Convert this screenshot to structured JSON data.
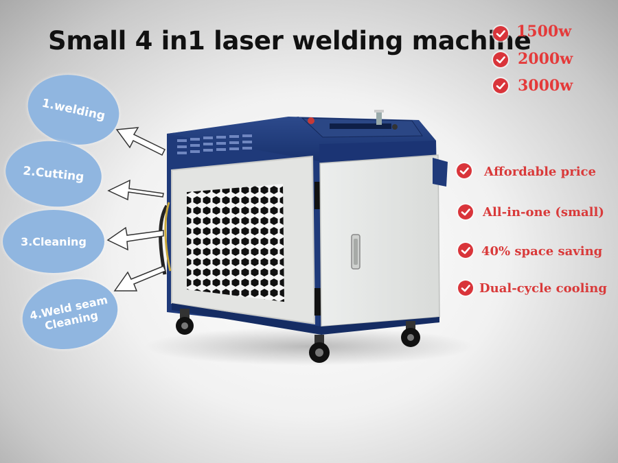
{
  "title": "Small 4 in1 laser welding machine",
  "power_options": [
    "1500w",
    "2000w",
    "3000w"
  ],
  "functions": [
    {
      "label": "1.welding"
    },
    {
      "label": "2.Cutting"
    },
    {
      "label": "3.Cleaning"
    },
    {
      "label": "4.Weld seam",
      "label2": "Cleaning"
    }
  ],
  "features": [
    "Affordable price",
    "All-in-one (small)",
    "40% space saving",
    "Dual-cycle cooling"
  ],
  "colors": {
    "accent_red": "#d9343a",
    "bubble_blue": "#90b6e0",
    "machine_blue": "#1e3a78",
    "panel_gray": "#e6e7e4"
  }
}
